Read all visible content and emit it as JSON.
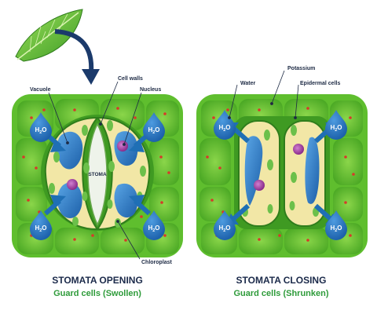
{
  "labels": {
    "vacuole": "Vacuole",
    "cell_walls": "Cell walls",
    "nucleus": "Nucleus",
    "stoma": "STOMA",
    "chloroplast": "Chloroplast",
    "potassium": "Potassium",
    "water": "Water",
    "epidermal_cells": "Epidermal cells",
    "h2o_main": "H",
    "h2o_sub": "2",
    "h2o_tail": "O"
  },
  "panels": {
    "opening": {
      "title": "STOMATA OPENING",
      "subtitle": "Guard cells (Swollen)"
    },
    "closing": {
      "title": "STOMATA CLOSING",
      "subtitle": "Guard cells (Shrunken)"
    }
  },
  "colors": {
    "epidermis": "#5fbe2e",
    "epidermis_dark": "#3f9a22",
    "guard_cell": "#f2e7a6",
    "vacuole": "#2a7bc8",
    "chloroplast": "#6cc04a",
    "nucleus": "#a33aa3",
    "arrow": "#1f6fb5",
    "title": "#1b2a4a",
    "subtitle": "#2e9b3a"
  }
}
